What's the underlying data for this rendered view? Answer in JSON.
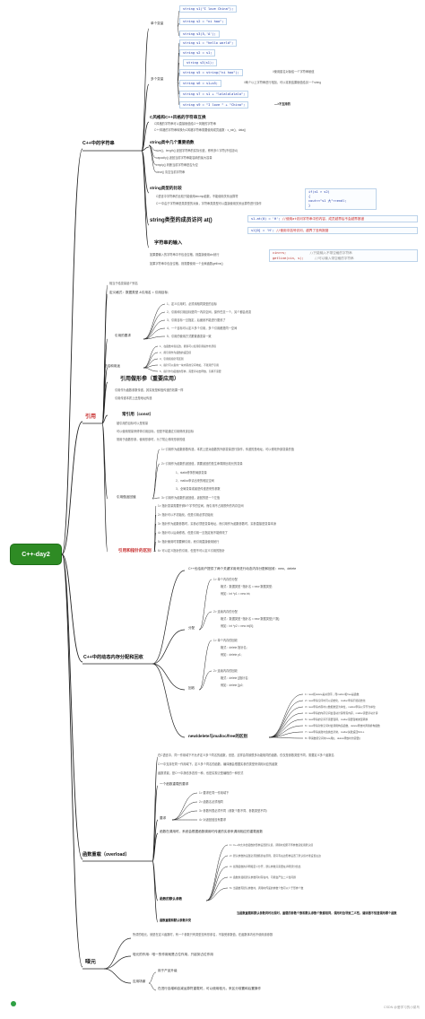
{
  "root": {
    "label": "C++-day2"
  },
  "branch1": {
    "title": "C++中的字符串",
    "danzi": "单个变量",
    "duoge": "多个变量",
    "code_single": [
      "string s1(\"I love China\");",
      "string s2 = \"ni hao\";",
      "string s3(5,'A');"
    ],
    "code_multi": [
      "string s1 = \"hello world\";",
      "string s2 = s1;",
      "string s3(s1);",
      "string s5 = string(\"ni hao\");",
      "string s6 = s1+s5;",
      "string s7 = s1 + \"lalalalalala\";",
      "string s9 = \"I love \" + \"China\";"
    ],
    "comment_s5": "//使用匿名对象给一个字符串赋值",
    "comment_s6": "//两个以上字符串进行相加，可以将其结果赋值给另一个string",
    "comment_s9": "—>不支持的",
    "conv_title": "C风格和C++风格的字符串互换",
    "conv_1": "C风格的字符串可以直接赋值给C++风格的字符串",
    "conv_2": "C++风格的字符串转换为C风格字符串需要使用成员函数：c_str()、data()",
    "func_title": "string类中几个重要函数",
    "func_items": [
      "size()、length() 返回字符串的实际长度，即有多少字符(不包括\\0)",
      "capacity() 返回当前字符串能容纳的最大容量",
      "empty() 判断当前字符串是否为空",
      "clear() 清空当前字符串"
    ],
    "cmp_title": "string类型的比较",
    "cmp_1": "C语言中字符串的比较只能使用strcmp函数，不能使用关系运算符",
    "cmp_2": "C++中由于字符串是类类型的对象，字符串类类型可以直接使用关系运算符进行操作",
    "cmp_code": [
      "if(s1 > s2)",
      "{",
      "    cout<<\"s1 大\"<<endl;",
      "}"
    ],
    "at_title": "string类型的成员访问 at()",
    "at_code": [
      "s1.at(0) = 'H';",
      "s1[0] = 'H';"
    ],
    "at_comment_1": "//使用at访问字符串中的内容，成员越界后不会越界报错",
    "at_comment_2": "//使用中括号访问，越界了没有报错",
    "input_title": "字符串的输入",
    "input_1": "如果要输入的字符串中不包含空格，则直接使用cin就行",
    "input_2": "如果字符串中包含空格，则需要使用一个全局函数getline()",
    "input_code": [
      "cin>>s;",
      "getline(cin, s);"
    ],
    "input_comment_1": "//只能输入不带空格的字符串",
    "input_comment_2": "//可以输入带空格的字符串"
  },
  "branch2": {
    "title": "引用",
    "intro": "相当于给变量起个别名",
    "def": "定义格式：数据类型 &引用名 = 引用目标;",
    "req_label": "引用的要求",
    "req_items": [
      "1、定义引用时，必须用相同类型的目标",
      "2、引用和引用目标是同一内存空间，操作任意一个，另个都会改变",
      "3、引用目标一旦指定，后面就不能进行更改了",
      "4、一个目标可以定义多个引用，多个引用都是同一空间",
      "5、引用的使用方式跟普通变量一致"
    ],
    "sum_label": "总结和用途",
    "sum_items": [
      "1、在函数中直接改，能够可以使用引用操作外部值",
      "2、用引用作为函数的返回值",
      "3、引用和指针有区别",
      "4、指针可以指向一块内存的空间地址，不能用于引用",
      "5、指针作为函数的形参，需要手动去释放，引用不需要"
    ],
    "param_title": "引用做形参（重要应用）",
    "param_1": "引用作为函数参数传递，其实就是和值传递的效果一样",
    "param_2": "引用传递本质上还是地址传递",
    "const_title": "常引用（const）",
    "const_1": "被引用的目标可以是常量",
    "const_2": "可以使用常量来修饰引用目标，但是不能通过引用修改该目标",
    "const_3": "常用于函数形参，使用形参时，为了防止修改形参的值",
    "ret_label": "引用做返回值",
    "ret_items": [
      "1> 引用作为函数参数传递，本质上是对函数的外部变量进行操作，传递的是地址，可以修改外部变量的值",
      "2> 引用作为函数的返回值，需要返回的是生命周期比较长的变量",
      "1、static修饰的局部变量",
      "2、malloc申请出来的堆区空间",
      "3、全局变量或者是传递进来的参数",
      "3> 引用作为函数的返回值，返回的是一个左值"
    ],
    "diff_label": "引用和指针的区别",
    "diff_items": [
      "1> 指针变量需要开辟8个字节的空间，而引用不占用额外的内存空间",
      "2> 指针可以不初始化，但是引用必须初始化",
      "3> 指针作为函数参数时，实参必须是变量地址，而引用作为函数参数时，实参直接是变量本身",
      "4> 指针可以后续修改，但是引用一旦指定就不能修改了",
      "5> 指针使用时需要解引用，而引用直接使用就行",
      "6> 可以定义指针的引用，但是不可以定义引用的指针"
    ]
  },
  "branch3": {
    "title": "C++中的动态内存分配和回收",
    "intro": "C++也给用户提供了两个关键字用来进行动态内存分配和回收：new、delete",
    "alloc_label": "分配",
    "alloc_single": "1> 单个内存的分配",
    "alloc_single_fmt": "格式：数据类型 *指针名 = new 数据类型;",
    "alloc_single_ex": "例如：int *p1 = new int;",
    "alloc_arr": "2> 连续内存的分配",
    "alloc_arr_fmt": "格式：数据类型 *指针名 = new 数据类型[个数];",
    "alloc_arr_ex": "例如：int *p2 = new int[5];",
    "free_label": "回收",
    "free_single": "1> 单个内存的回收",
    "free_single_fmt": "格式：delete 指针名;",
    "free_single_ex": "例如：delete p1;",
    "free_arr": "2> 连续内存的回收",
    "free_arr_fmt": "格式：delete []指针名;",
    "free_arr_ex": "例如：delete []p2;",
    "cmp_label": "new/delete与malloc/free的区别",
    "cmp_items": [
      "1> new和delete是关键字，而malloc和free是函数",
      "2> new申请空间时可以初始化，malloc申请不能初始化",
      "3> new申请内存时以数据类型为单位，malloc申请以字节为单位",
      "4> new申请的内存空间会自动计算所需内存，malloc需要手动计算",
      "5> new申请的空间不需要强转，malloc需要强制类型转换",
      "6> new申请对象空间时会调用构造函数，delete释放时调用析构函数",
      "7> new申请失败时会抛出异常，malloc失败返回NULL",
      "8> 申请数组空间时new用[]，delete释放时也需要[]"
    ]
  },
  "branch4": {
    "title": "函数重载（overload）",
    "intro_1": "在C语言中，同一作用域下不允许定义多个同名的函数，但是，这样会导致很多功能相同的函数，仅仅是参数类型不同，需要定义多个函数名",
    "intro_2": "C++中支持在同一作用域下，定义多个同名的函数，编译器会根据实参的类型来调用对应的函数",
    "intro_3": "函数重载，是C++中静态多态的一种，也是实现泛型编程的一种形式",
    "cond_label": "要求",
    "cond_intro": "一个函数重载的要求",
    "cond_items": [
      "1> 要求在同一作用域下",
      "2> 函数名必须相同",
      "3> 参数列表必须不同（参数个数不同、参数类型不同）",
      "4> 对返回值没有要求"
    ],
    "default_intro": "函数在调用时，系统会根据函数调用时传递的实参来调用相应的重载函数",
    "default_label": "函数的默认参数",
    "default_items": [
      "1> C++中允许给函数的形参设置默认值，调用时如果不传参数就使用默认值",
      "2> 默认参数的设置必须遵循靠右原则，即只有右边形参设置了默认值才能设置左边",
      "3> 如果函数的声明和定义分开，默认参数只需要在声明部分给出",
      "4> 函数重载和默认参数同时存在时，可能会产生二义性问题",
      "5> 当函数有默认参数时，调用时传递的参数个数可以少于形参个数"
    ],
    "conflict_label": "函数重载和默认参数冲突",
    "conflict_text": "当函数重载和默认参数同时出现时，重载的参数个数和默认参数个数都相同，调用时会导致二义性，编译器不知道调用哪个函数"
  },
  "branch5": {
    "title": "哑元",
    "intro_1": "所谓的哑元，就是在定义函数时，有一个参数只有类型没有形参名，不接受参数值，在函数体内也不使用该参数",
    "intro_2": "哑元的作用：唯一的作用就是占位作用，只起到占位作用",
    "use_label": "应用场景",
    "use_1": "用于产品升级",
    "use_2": "在进行自增和自减运算符重载时，可以使用哑元，来区分前置和后置操作"
  },
  "colors": {
    "root": "#2e8b24",
    "link": "#222222",
    "code_border": "#bcd3ea",
    "accent_red": "#c62828"
  },
  "watermark": "CSDN @爱学习的小菜鸟"
}
